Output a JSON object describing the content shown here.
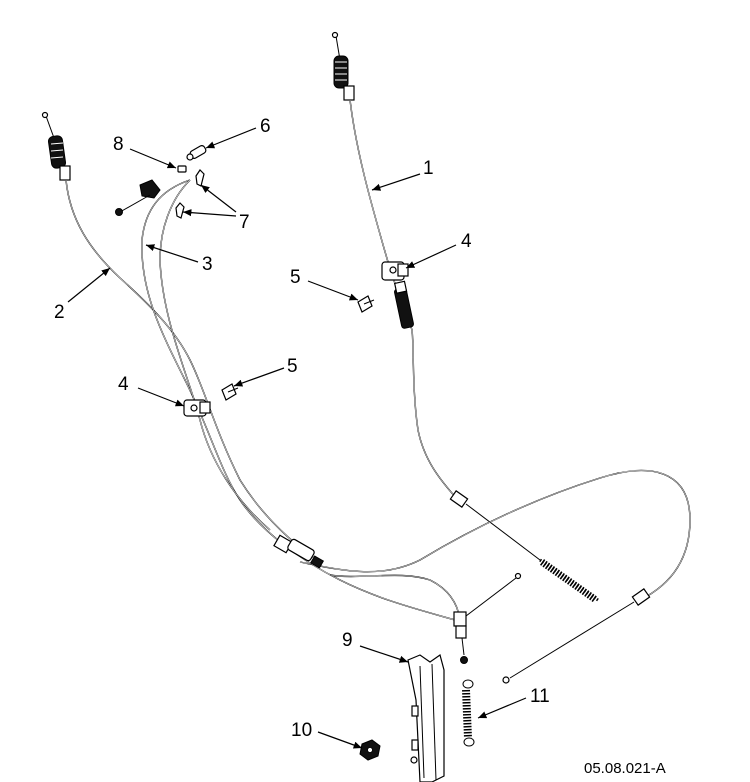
{
  "callouts": [
    {
      "id": "1",
      "label": "1"
    },
    {
      "id": "2",
      "label": "2"
    },
    {
      "id": "3",
      "label": "3"
    },
    {
      "id": "4a",
      "label": "4"
    },
    {
      "id": "4b",
      "label": "4"
    },
    {
      "id": "5a",
      "label": "5"
    },
    {
      "id": "5b",
      "label": "5"
    },
    {
      "id": "6",
      "label": "6"
    },
    {
      "id": "7",
      "label": "7"
    },
    {
      "id": "8",
      "label": "8"
    },
    {
      "id": "9",
      "label": "9"
    },
    {
      "id": "10",
      "label": "10"
    },
    {
      "id": "11",
      "label": "11"
    }
  ],
  "figure_reference": "05.08.021-A"
}
